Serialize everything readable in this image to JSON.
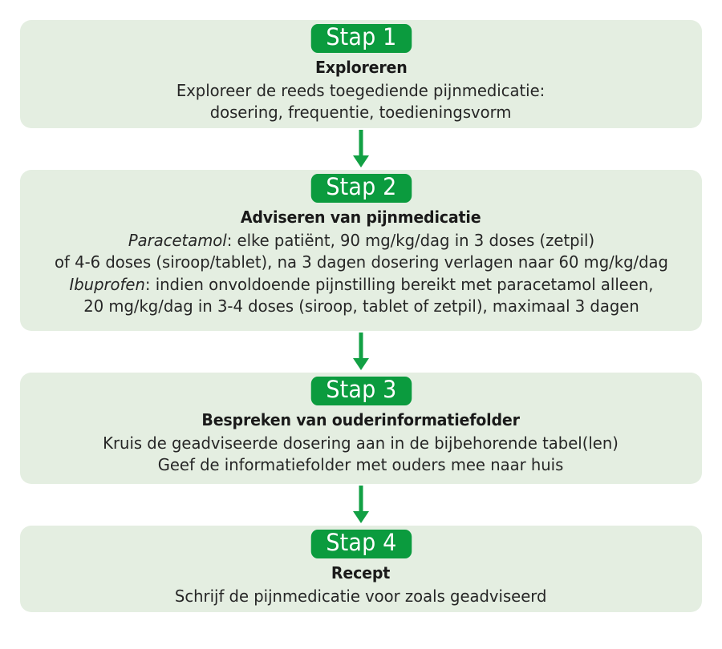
{
  "colors": {
    "box_background": "#e4eee1",
    "pill_green": "#0b9b3e",
    "arrow_green": "#12a044",
    "title_text": "#1a1a1a",
    "body_text": "#262626",
    "page_background": "#ffffff"
  },
  "flowchart": {
    "type": "vertical-flow",
    "step_count": 4,
    "steps": [
      {
        "pill": "Stap 1",
        "title": "Exploreren",
        "lines": [
          [
            {
              "text": "Exploreer de reeds toegediende pijnmedicatie:",
              "italic": false
            }
          ],
          [
            {
              "text": "dosering, frequentie, toedieningsvorm",
              "italic": false
            }
          ]
        ]
      },
      {
        "pill": "Stap 2",
        "title": "Adviseren van pijnmedicatie",
        "lines": [
          [
            {
              "text": "Paracetamol",
              "italic": true
            },
            {
              "text": ": elke patiënt, 90 mg/kg/dag in 3 doses (zetpil)",
              "italic": false
            }
          ],
          [
            {
              "text": "of 4-6 doses (siroop/tablet), na 3 dagen dosering verlagen naar 60 mg/kg/dag",
              "italic": false
            }
          ],
          [
            {
              "text": "Ibuprofen",
              "italic": true
            },
            {
              "text": ": indien onvoldoende pijnstilling bereikt met paracetamol alleen,",
              "italic": false
            }
          ],
          [
            {
              "text": "20 mg/kg/dag in 3-4 doses (siroop, tablet of zetpil), maximaal 3 dagen",
              "italic": false
            }
          ]
        ]
      },
      {
        "pill": "Stap 3",
        "title": "Bespreken van ouderinformatiefolder",
        "lines": [
          [
            {
              "text": "Kruis de geadviseerde dosering aan in de bijbehorende tabel(len)",
              "italic": false
            }
          ],
          [
            {
              "text": "Geef de informatiefolder met ouders mee naar huis",
              "italic": false
            }
          ]
        ]
      },
      {
        "pill": "Stap 4",
        "title": "Recept",
        "lines": [
          [
            {
              "text": "Schrijf de pijnmedicatie voor zoals geadviseerd",
              "italic": false
            }
          ]
        ]
      }
    ],
    "connectors": [
      {
        "icon": "down-arrow-icon",
        "from": "Stap 1",
        "to": "Stap 2"
      },
      {
        "icon": "down-arrow-icon",
        "from": "Stap 2",
        "to": "Stap 3"
      },
      {
        "icon": "down-arrow-icon",
        "from": "Stap 3",
        "to": "Stap 4"
      }
    ]
  }
}
